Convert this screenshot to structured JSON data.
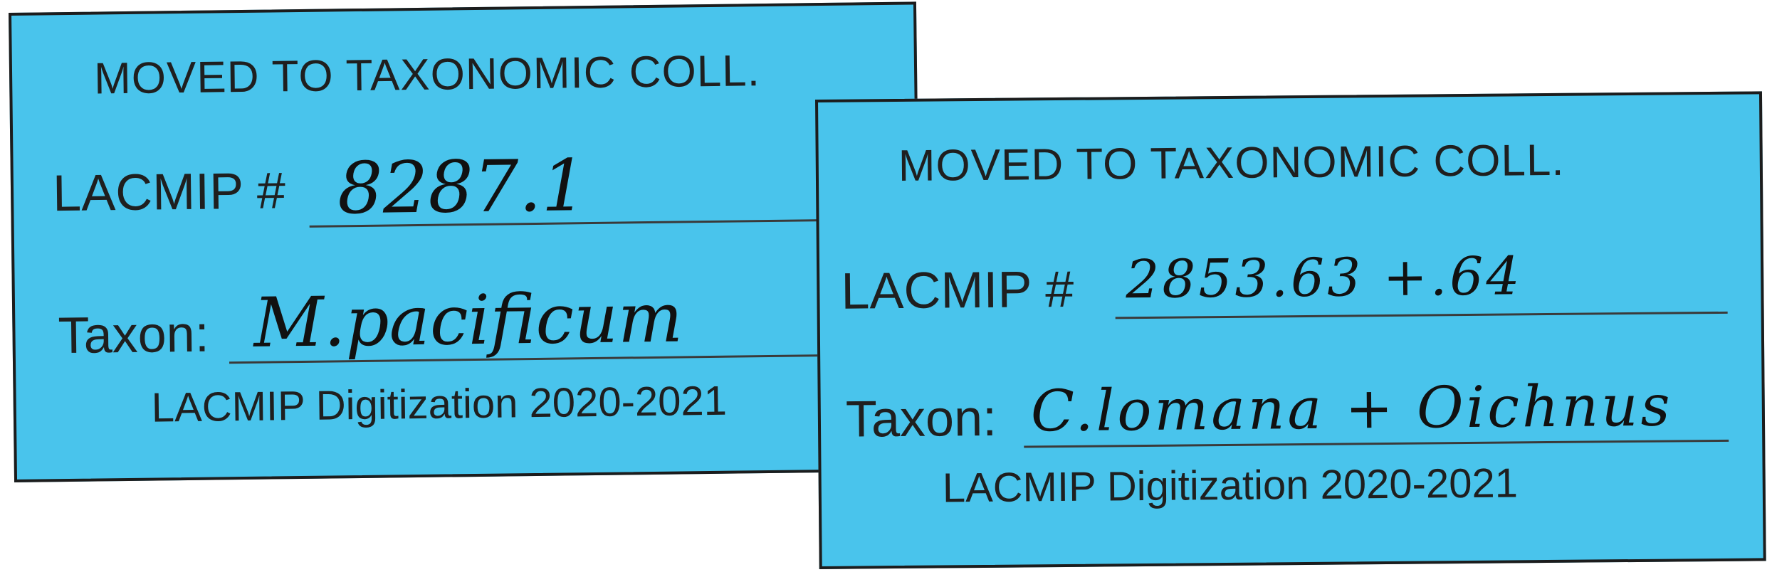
{
  "card_left": {
    "heading": "MOVED TO TAXONOMIC COLL.",
    "catalog_label": "LACMIP #",
    "catalog_value": "8287.1",
    "taxon_label": "Taxon:",
    "taxon_value": "M.pacificum",
    "footer": "LACMIP Digitization 2020-2021"
  },
  "card_right": {
    "heading": "MOVED TO TAXONOMIC COLL.",
    "catalog_label": "LACMIP #",
    "catalog_value": "2853.63 +.64",
    "taxon_label": "Taxon:",
    "taxon_value": "C.lomana + Oichnus",
    "footer": "LACMIP Digitization 2020-2021"
  },
  "colors": {
    "card_background": "#49c4ec",
    "border": "#1c1c1c",
    "ink": "#111111"
  }
}
